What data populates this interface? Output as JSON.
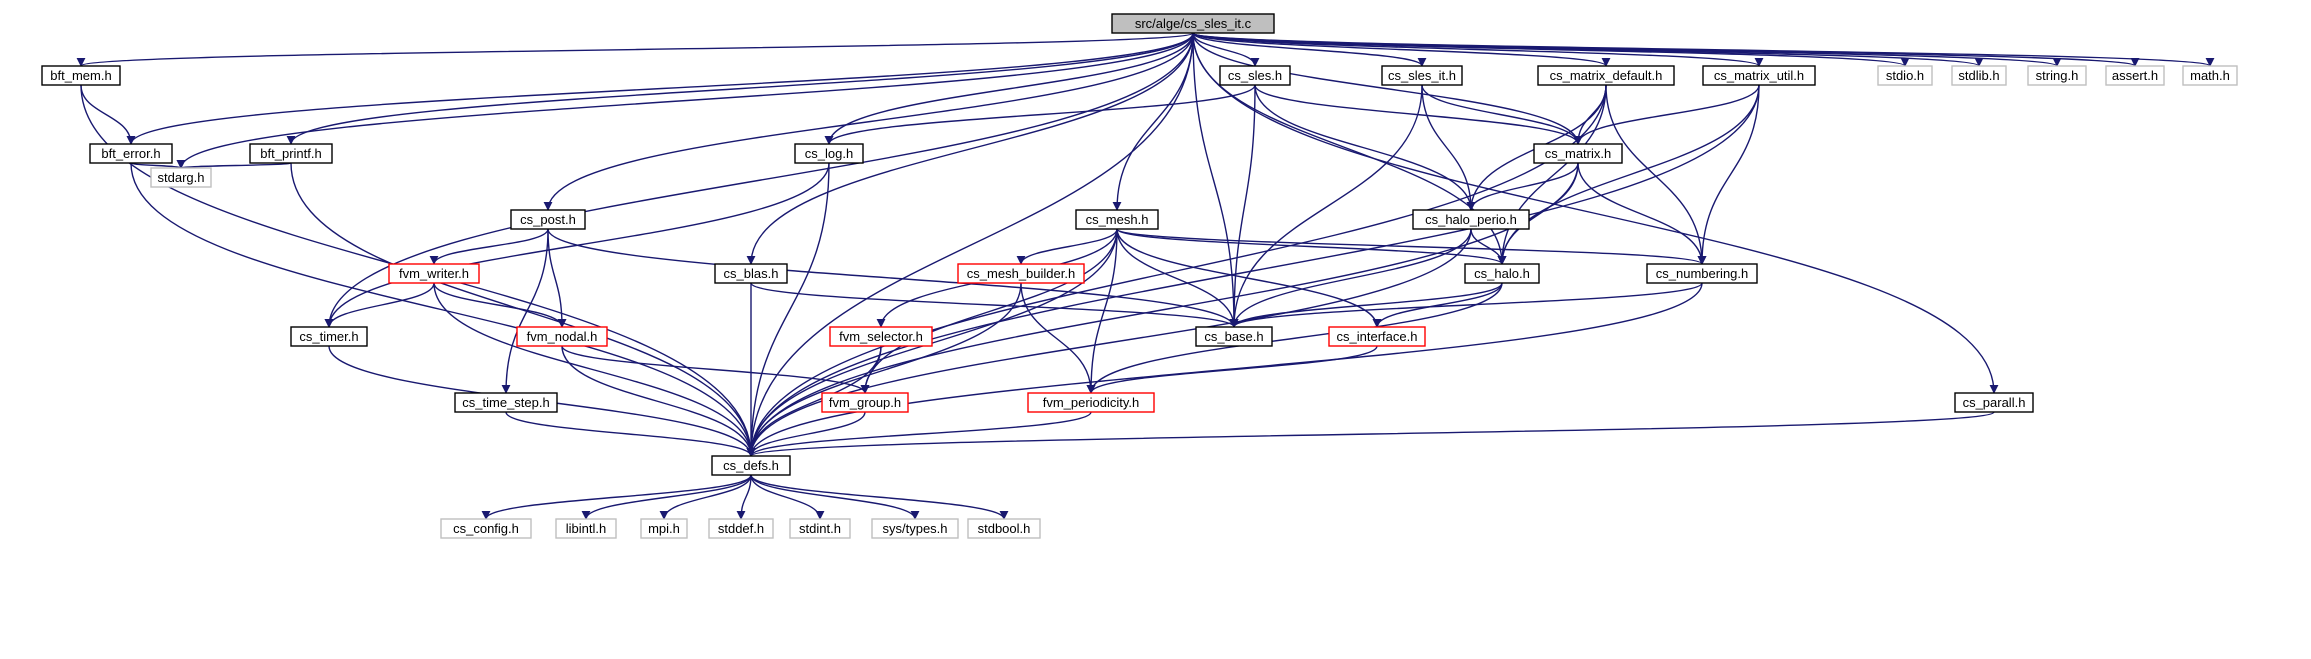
{
  "colors": {
    "edge": "#191970",
    "border_normal": "#000000",
    "border_truncated": "#ff0000",
    "border_external": "#bfbfbf",
    "fill_root": "#bfbfbf",
    "fill_normal": "#ffffff"
  },
  "nodes": [
    {
      "id": "root",
      "label": "src/alge/cs_sles_it.c",
      "kind": "root"
    },
    {
      "id": "bft_mem",
      "label": "bft_mem.h",
      "kind": "normal"
    },
    {
      "id": "bft_error",
      "label": "bft_error.h",
      "kind": "normal"
    },
    {
      "id": "stdarg",
      "label": "stdarg.h",
      "kind": "external"
    },
    {
      "id": "bft_printf",
      "label": "bft_printf.h",
      "kind": "normal"
    },
    {
      "id": "cs_sles",
      "label": "cs_sles.h",
      "kind": "normal"
    },
    {
      "id": "cs_sles_it",
      "label": "cs_sles_it.h",
      "kind": "normal"
    },
    {
      "id": "cs_matrix_default",
      "label": "cs_matrix_default.h",
      "kind": "normal"
    },
    {
      "id": "cs_matrix_util",
      "label": "cs_matrix_util.h",
      "kind": "normal"
    },
    {
      "id": "stdio",
      "label": "stdio.h",
      "kind": "external"
    },
    {
      "id": "stdlib",
      "label": "stdlib.h",
      "kind": "external"
    },
    {
      "id": "string",
      "label": "string.h",
      "kind": "external"
    },
    {
      "id": "assert",
      "label": "assert.h",
      "kind": "external"
    },
    {
      "id": "math",
      "label": "math.h",
      "kind": "external"
    },
    {
      "id": "cs_log",
      "label": "cs_log.h",
      "kind": "normal"
    },
    {
      "id": "cs_matrix",
      "label": "cs_matrix.h",
      "kind": "normal"
    },
    {
      "id": "cs_halo_perio",
      "label": "cs_halo_perio.h",
      "kind": "normal"
    },
    {
      "id": "cs_post",
      "label": "cs_post.h",
      "kind": "normal"
    },
    {
      "id": "cs_mesh",
      "label": "cs_mesh.h",
      "kind": "normal"
    },
    {
      "id": "fvm_writer",
      "label": "fvm_writer.h",
      "kind": "truncated"
    },
    {
      "id": "cs_blas",
      "label": "cs_blas.h",
      "kind": "normal"
    },
    {
      "id": "cs_mesh_builder",
      "label": "cs_mesh_builder.h",
      "kind": "truncated"
    },
    {
      "id": "cs_halo",
      "label": "cs_halo.h",
      "kind": "normal"
    },
    {
      "id": "cs_numbering",
      "label": "cs_numbering.h",
      "kind": "normal"
    },
    {
      "id": "cs_timer",
      "label": "cs_timer.h",
      "kind": "normal"
    },
    {
      "id": "fvm_nodal",
      "label": "fvm_nodal.h",
      "kind": "truncated"
    },
    {
      "id": "fvm_selector",
      "label": "fvm_selector.h",
      "kind": "truncated"
    },
    {
      "id": "cs_base",
      "label": "cs_base.h",
      "kind": "normal"
    },
    {
      "id": "cs_interface",
      "label": "cs_interface.h",
      "kind": "truncated"
    },
    {
      "id": "cs_time_step",
      "label": "cs_time_step.h",
      "kind": "normal"
    },
    {
      "id": "fvm_group",
      "label": "fvm_group.h",
      "kind": "truncated"
    },
    {
      "id": "fvm_periodicity",
      "label": "fvm_periodicity.h",
      "kind": "truncated"
    },
    {
      "id": "cs_parall",
      "label": "cs_parall.h",
      "kind": "normal"
    },
    {
      "id": "cs_defs",
      "label": "cs_defs.h",
      "kind": "normal"
    },
    {
      "id": "cs_config",
      "label": "cs_config.h",
      "kind": "external"
    },
    {
      "id": "libintl",
      "label": "libintl.h",
      "kind": "external"
    },
    {
      "id": "mpi",
      "label": "mpi.h",
      "kind": "external"
    },
    {
      "id": "stddef",
      "label": "stddef.h",
      "kind": "external"
    },
    {
      "id": "stdint",
      "label": "stdint.h",
      "kind": "external"
    },
    {
      "id": "systypes",
      "label": "sys/types.h",
      "kind": "external"
    },
    {
      "id": "stdbool",
      "label": "stdbool.h",
      "kind": "external"
    }
  ],
  "edges": [
    [
      "root",
      "bft_mem"
    ],
    [
      "root",
      "bft_error"
    ],
    [
      "root",
      "stdarg"
    ],
    [
      "root",
      "bft_printf"
    ],
    [
      "root",
      "cs_sles"
    ],
    [
      "root",
      "cs_sles_it"
    ],
    [
      "root",
      "cs_matrix_default"
    ],
    [
      "root",
      "cs_matrix_util"
    ],
    [
      "root",
      "stdio"
    ],
    [
      "root",
      "stdlib"
    ],
    [
      "root",
      "string"
    ],
    [
      "root",
      "assert"
    ],
    [
      "root",
      "math"
    ],
    [
      "root",
      "cs_log"
    ],
    [
      "root",
      "cs_matrix"
    ],
    [
      "root",
      "cs_post"
    ],
    [
      "root",
      "cs_mesh"
    ],
    [
      "root",
      "cs_blas"
    ],
    [
      "root",
      "cs_halo"
    ],
    [
      "root",
      "cs_timer"
    ],
    [
      "root",
      "cs_base"
    ],
    [
      "root",
      "cs_parall"
    ],
    [
      "root",
      "cs_defs"
    ],
    [
      "bft_mem",
      "bft_error"
    ],
    [
      "bft_mem",
      "cs_defs"
    ],
    [
      "bft_error",
      "stdarg"
    ],
    [
      "bft_error",
      "cs_defs"
    ],
    [
      "bft_printf",
      "stdarg"
    ],
    [
      "bft_printf",
      "cs_defs"
    ],
    [
      "cs_sles",
      "cs_log"
    ],
    [
      "cs_sles",
      "cs_matrix"
    ],
    [
      "cs_sles",
      "cs_halo_perio"
    ],
    [
      "cs_sles",
      "cs_base"
    ],
    [
      "cs_sles_it",
      "cs_matrix"
    ],
    [
      "cs_sles_it",
      "cs_halo_perio"
    ],
    [
      "cs_sles_it",
      "cs_base"
    ],
    [
      "cs_matrix_default",
      "cs_matrix"
    ],
    [
      "cs_matrix_default",
      "cs_halo_perio"
    ],
    [
      "cs_matrix_default",
      "cs_halo"
    ],
    [
      "cs_matrix_default",
      "cs_numbering"
    ],
    [
      "cs_matrix_default",
      "cs_defs"
    ],
    [
      "cs_matrix_util",
      "cs_matrix"
    ],
    [
      "cs_matrix_util",
      "cs_halo"
    ],
    [
      "cs_matrix_util",
      "cs_numbering"
    ],
    [
      "cs_matrix_util",
      "cs_defs"
    ],
    [
      "cs_log",
      "cs_timer"
    ],
    [
      "cs_log",
      "cs_defs"
    ],
    [
      "cs_matrix",
      "cs_halo_perio"
    ],
    [
      "cs_matrix",
      "cs_halo"
    ],
    [
      "cs_matrix",
      "cs_numbering"
    ],
    [
      "cs_matrix",
      "cs_defs"
    ],
    [
      "cs_halo_perio",
      "cs_halo"
    ],
    [
      "cs_halo_perio",
      "cs_base"
    ],
    [
      "cs_halo_perio",
      "cs_defs"
    ],
    [
      "cs_post",
      "fvm_writer"
    ],
    [
      "cs_post",
      "fvm_nodal"
    ],
    [
      "cs_post",
      "cs_time_step"
    ],
    [
      "cs_post",
      "cs_base"
    ],
    [
      "cs_mesh",
      "cs_mesh_builder"
    ],
    [
      "cs_mesh",
      "fvm_selector"
    ],
    [
      "cs_mesh",
      "fvm_group"
    ],
    [
      "cs_mesh",
      "fvm_periodicity"
    ],
    [
      "cs_mesh",
      "cs_interface"
    ],
    [
      "cs_mesh",
      "cs_halo"
    ],
    [
      "cs_mesh",
      "cs_numbering"
    ],
    [
      "cs_mesh",
      "cs_base"
    ],
    [
      "cs_mesh",
      "cs_defs"
    ],
    [
      "fvm_writer",
      "cs_timer"
    ],
    [
      "fvm_writer",
      "fvm_nodal"
    ],
    [
      "fvm_writer",
      "cs_defs"
    ],
    [
      "cs_blas",
      "cs_base"
    ],
    [
      "cs_blas",
      "cs_defs"
    ],
    [
      "cs_mesh_builder",
      "fvm_periodicity"
    ],
    [
      "cs_mesh_builder",
      "cs_defs"
    ],
    [
      "cs_halo",
      "cs_base"
    ],
    [
      "cs_halo",
      "cs_interface"
    ],
    [
      "cs_halo",
      "fvm_periodicity"
    ],
    [
      "cs_numbering",
      "cs_base"
    ],
    [
      "cs_numbering",
      "cs_defs"
    ],
    [
      "cs_timer",
      "cs_defs"
    ],
    [
      "fvm_nodal",
      "fvm_group"
    ],
    [
      "fvm_nodal",
      "cs_defs"
    ],
    [
      "fvm_selector",
      "fvm_group"
    ],
    [
      "fvm_selector",
      "cs_defs"
    ],
    [
      "cs_interface",
      "fvm_periodicity"
    ],
    [
      "cs_time_step",
      "cs_defs"
    ],
    [
      "fvm_group",
      "cs_defs"
    ],
    [
      "fvm_periodicity",
      "cs_defs"
    ],
    [
      "cs_parall",
      "cs_defs"
    ],
    [
      "cs_defs",
      "cs_config"
    ],
    [
      "cs_defs",
      "libintl"
    ],
    [
      "cs_defs",
      "mpi"
    ],
    [
      "cs_defs",
      "stddef"
    ],
    [
      "cs_defs",
      "stdint"
    ],
    [
      "cs_defs",
      "systypes"
    ],
    [
      "cs_defs",
      "stdbool"
    ]
  ]
}
